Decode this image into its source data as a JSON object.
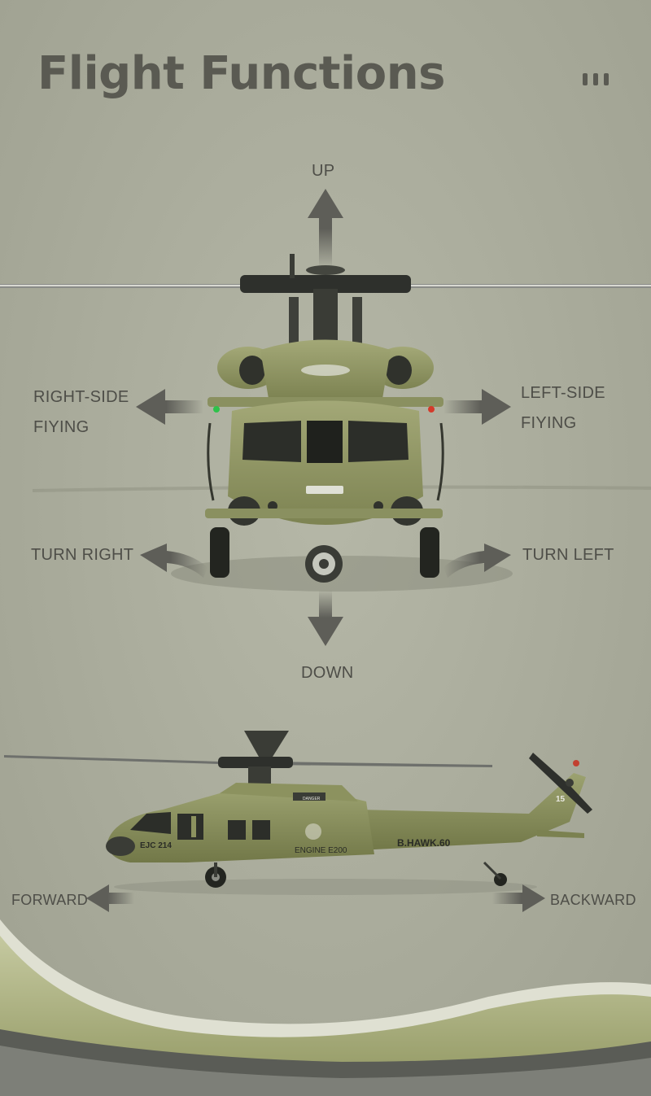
{
  "title": "Flight Functions",
  "labels": {
    "up": "UP",
    "down": "DOWN",
    "right_side_line1": "RIGHT-SIDE",
    "right_side_line2": "FIYING",
    "left_side_line1": "LEFT-SIDE",
    "left_side_line2": "FIYING",
    "turn_right": "TURN RIGHT",
    "turn_left": "TURN LEFT",
    "forward": "FORWARD",
    "backward": "BACKWARD"
  },
  "helicopter_markings": {
    "tail_code": "EJC 214",
    "engine_text": "ENGINE E200",
    "name": "B.HAWK.60",
    "tail_number": "15",
    "warning": "DANGER"
  },
  "colors": {
    "background": "#a9ab9b",
    "title": "#5a5a52",
    "arrow": "#5e5e58",
    "body_olive": "#8e9462"
  }
}
